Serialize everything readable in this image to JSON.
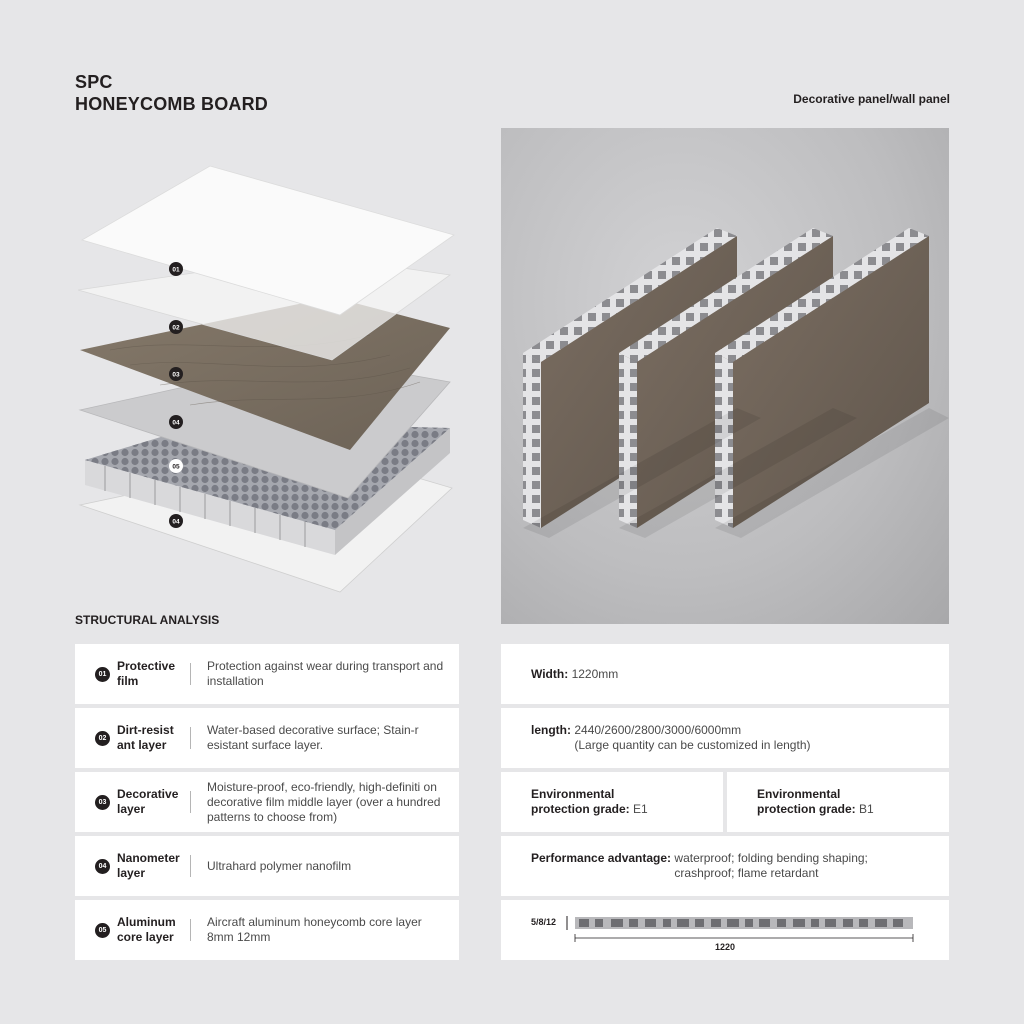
{
  "header": {
    "title_line1": "SPC",
    "title_line2": "HONEYCOMB BOARD",
    "subtitle": "Decorative panel/wall panel"
  },
  "diagram_labels": [
    "01",
    "02",
    "03",
    "04",
    "05",
    "04"
  ],
  "section_title": "STRUCTURAL ANALYSIS",
  "layers": [
    {
      "num": "01",
      "name": "Protective film",
      "desc": "Protection against wear during transport and installation"
    },
    {
      "num": "02",
      "name": "Dirt-resist ant layer",
      "desc": "Water-based decorative surface; Stain-r esistant surface layer."
    },
    {
      "num": "03",
      "name": "Decorative layer",
      "desc": "Moisture-proof, eco-friendly, high-definiti on decorative film middle layer (over a hundred patterns to choose from)"
    },
    {
      "num": "04",
      "name": "Nanometer layer",
      "desc": "Ultrahard polymer nanofilm"
    },
    {
      "num": "05",
      "name": "Aluminum core layer",
      "desc": "Aircraft aluminum honeycomb core layer 8mm 12mm"
    }
  ],
  "specs": {
    "width_label": "Width:",
    "width_value": "1220mm",
    "length_label": "length:",
    "length_value": "2440/2600/2800/3000/6000mm",
    "length_note": "(Large quantity can be customized in length)",
    "env1_label_line1": "Environmental",
    "env1_label_line2": "protection grade:",
    "env1_value": "E1",
    "env2_label_line1": "Environmental",
    "env2_label_line2": "protection grade:",
    "env2_value": "B1",
    "perf_label": "Performance advantage:",
    "perf_value_line1": "waterproof; folding bending shaping;",
    "perf_value_line2": "crashproof; flame retardant",
    "thickness_label": "5/8/12",
    "width_dim": "1220"
  }
}
